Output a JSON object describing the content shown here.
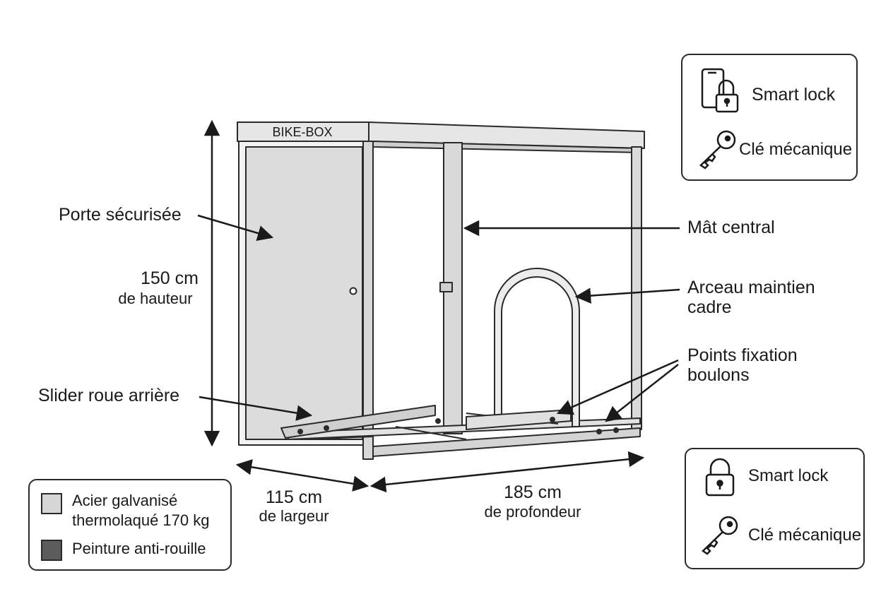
{
  "product": {
    "brand_label": "BIKE-BOX"
  },
  "callouts": {
    "door": "Porte sécurisée",
    "mast": "Mât central",
    "arch": [
      "Arceau maintien",
      "cadre"
    ],
    "bolts": [
      "Points fixation",
      "boulons"
    ],
    "slider": "Slider roue arrière"
  },
  "dimensions": {
    "height": {
      "value": "150 cm",
      "caption": "de hauteur"
    },
    "width": {
      "value": "115 cm",
      "caption": "de largeur"
    },
    "depth": {
      "value": "185 cm",
      "caption": "de profondeur"
    }
  },
  "lock_box_top": {
    "items": [
      {
        "icon": "phone-padlock-icon",
        "label": "Smart lock"
      },
      {
        "icon": "key-icon",
        "label": "Clé mécanique"
      }
    ]
  },
  "lock_box_bottom": {
    "items": [
      {
        "icon": "padlock-icon",
        "label": "Smart lock"
      },
      {
        "icon": "key-icon",
        "label": "Clé mécanique"
      }
    ]
  },
  "legend": {
    "items": [
      {
        "label_lines": [
          "Acier galvanisé",
          "thermolaqué 170 kg"
        ],
        "color": "#d6d6d6"
      },
      {
        "label_lines": [
          "Peinture anti-rouille"
        ],
        "color": "#5c5c5c"
      }
    ]
  }
}
